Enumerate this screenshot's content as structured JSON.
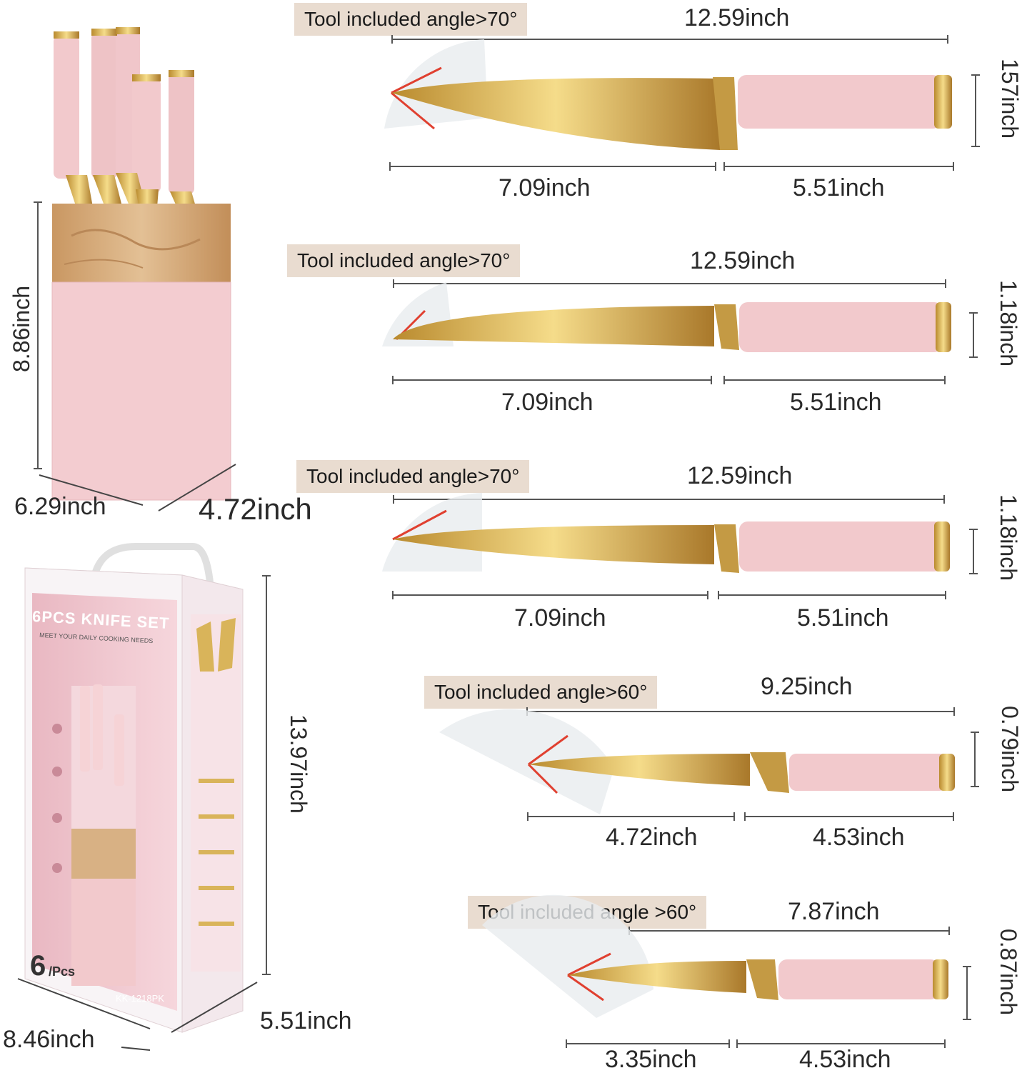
{
  "block": {
    "height": "8.86inch",
    "width": "6.29inch",
    "depth": "4.72inch"
  },
  "box": {
    "title": "6PCS KNIFE SET",
    "tagline": "MEET YOUR DAILY COOKING NEEDS",
    "count_number": "6",
    "count_unit": "/Pcs",
    "model": "KK-1218PK",
    "height": "13.97inch",
    "width": "8.46inch",
    "depth": "5.51inch"
  },
  "knives": [
    {
      "angle": "Tool included angle>70°",
      "total": "12.59inch",
      "blade": "7.09inch",
      "handle": "5.51inch",
      "height": "157inch"
    },
    {
      "angle": "Tool included angle>70°",
      "total": "12.59inch",
      "blade": "7.09inch",
      "handle": "5.51inch",
      "height": "1.18inch"
    },
    {
      "angle": "Tool included angle>70°",
      "total": "12.59inch",
      "blade": "7.09inch",
      "handle": "5.51inch",
      "height": "1.18inch"
    },
    {
      "angle": "Tool included angle>60°",
      "total": "9.25inch",
      "blade": "4.72inch",
      "handle": "4.53inch",
      "height": "0.79inch"
    },
    {
      "angle": "Tool included angle >60°",
      "total": "7.87inch",
      "blade": "3.35inch",
      "handle": "4.53inch",
      "height": "0.87inch"
    }
  ],
  "colors": {
    "pink": "#f2c9cc",
    "gold": "#d9b45a",
    "wood": "#d8b184",
    "tag": "#e9dcd0"
  }
}
